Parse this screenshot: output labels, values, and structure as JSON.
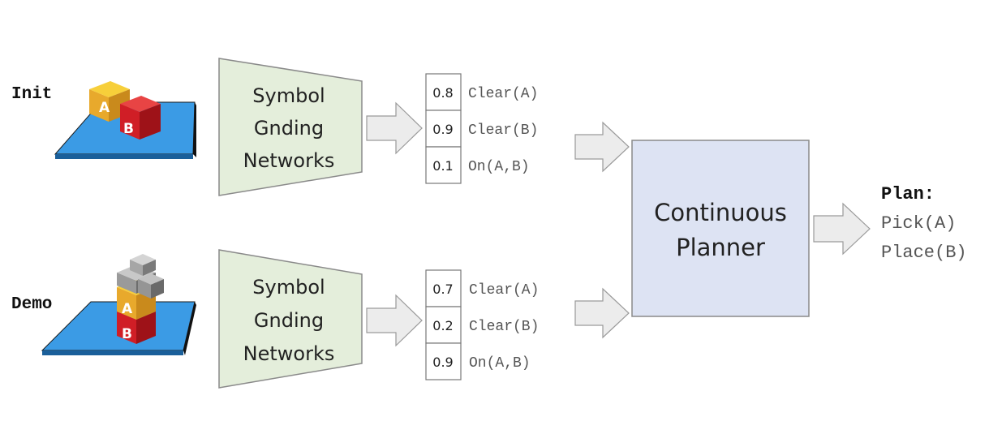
{
  "colors": {
    "network_fill": "#e4eedb",
    "network_stroke": "#8a8a8a",
    "planner_fill": "#dde3f3",
    "planner_stroke": "#8a8a8a",
    "arrow_fill": "#ececec",
    "arrow_stroke": "#9a9a9a",
    "table_blue": "#3b9be5",
    "table_edge": "#1a1a1a",
    "block_a": "#f2b233",
    "block_b": "#d61f26",
    "block_gray": "#9a9a9a",
    "text": "#222222",
    "predicate_text": "#555555"
  },
  "rows": {
    "init": {
      "label": "Init",
      "network": [
        "Symbol",
        "Gnding",
        "Networks"
      ],
      "predicates": [
        {
          "score": "0.8",
          "name": "Clear(A)"
        },
        {
          "score": "0.9",
          "name": "Clear(B)"
        },
        {
          "score": "0.1",
          "name": "On(A,B)"
        }
      ]
    },
    "demo": {
      "label": "Demo",
      "network": [
        "Symbol",
        "Gnding",
        "Networks"
      ],
      "predicates": [
        {
          "score": "0.7",
          "name": "Clear(A)"
        },
        {
          "score": "0.2",
          "name": "Clear(B)"
        },
        {
          "score": "0.9",
          "name": "On(A,B)"
        }
      ]
    }
  },
  "planner": [
    "Continuous",
    "Planner"
  ],
  "plan": {
    "title": "Plan:",
    "steps": [
      "Pick(A)",
      "Place(B)"
    ]
  },
  "blocks": {
    "a": "A",
    "b": "B"
  },
  "icons": [
    "block-a-icon",
    "block-b-icon",
    "gray-block-icon",
    "arrow-icon"
  ]
}
